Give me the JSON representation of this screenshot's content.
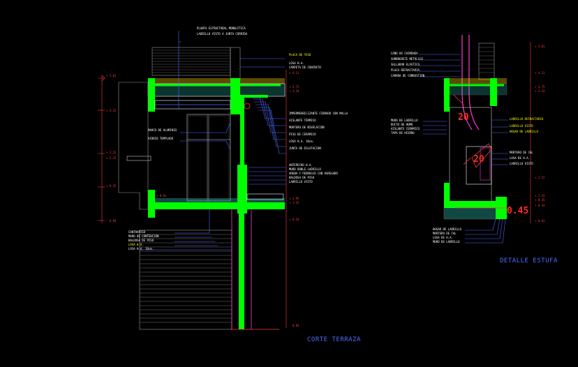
{
  "drawing": {
    "background": "#000000",
    "left_view": {
      "title": "CORTE TERRAZA",
      "levels": [
        "+ 5.01",
        "+ 4.11",
        "+ 3.75",
        "+ 3.24",
        "+ 3.15",
        "+ 2.52",
        "+ 2.37",
        "+ 1.95",
        "+ 1.41",
        "+ 0.35",
        "+ 0.24",
        "+ 0.01",
        "- 0.84"
      ],
      "callouts": [
        "PLANTA ESTRUCTURAL MONOLÍTICA",
        "LADRILLO VISTO A JUNTA CORRIDA",
        "PLACA DE YESO",
        "LOSA H.A.",
        "CARPETA DE CONCRETO",
        "IMPERMEABILIZANTE FIBRADO CON MALLA",
        "AISLANTE TÉRMICO",
        "MORTERO DE NIVELACIÓN",
        "PISO DE CERÁMICO",
        "ANTEPECHO H.A.",
        "MURO DOBLE LADRILLO",
        "ARENA Y PEDRUSCO CON AGREGADO",
        "BALDOSA DE PISO",
        "LADRILLO VISTO",
        "MARCO DE ALUMINIO",
        "VIDRIO TEMPLADO",
        "LOSA H.A. 10cm.",
        "JUNTA DE DILATACIÓN",
        "CONTRAPISO",
        "MURO DE CONTENCIÓN"
      ]
    },
    "right_view": {
      "title": "DETALLE ESTUFA",
      "levels": [
        "+ 5.01",
        "+ 4.11",
        "+ 3.75",
        "+ 3.24",
        "+ 2.52",
        "+ 1.41",
        "+ 0.35",
        "+ 0.24",
        "+ 0.01"
      ],
      "dim_labels": [
        "20",
        "20",
        "0.45"
      ],
      "callouts": [
        "CAÑO DE CHIMENEA",
        "SOMBRERETE METÁLICO",
        "SELLADOR ELÁSTICO",
        "PLACA REFRACTARIA",
        "CAMARA DE COMBUSTIÓN",
        "MURO DE LADRILLO",
        "DUCTO DE HUMO",
        "AISLANTE CERÁMICO",
        "TAPA DE HIERRO",
        "LADRILLO REFRACTARIO",
        "LADRILLO VISTO",
        "HOGAR DE LADRILLO",
        "MORTERO DE CAL",
        "LOSA DE H.A."
      ]
    }
  }
}
